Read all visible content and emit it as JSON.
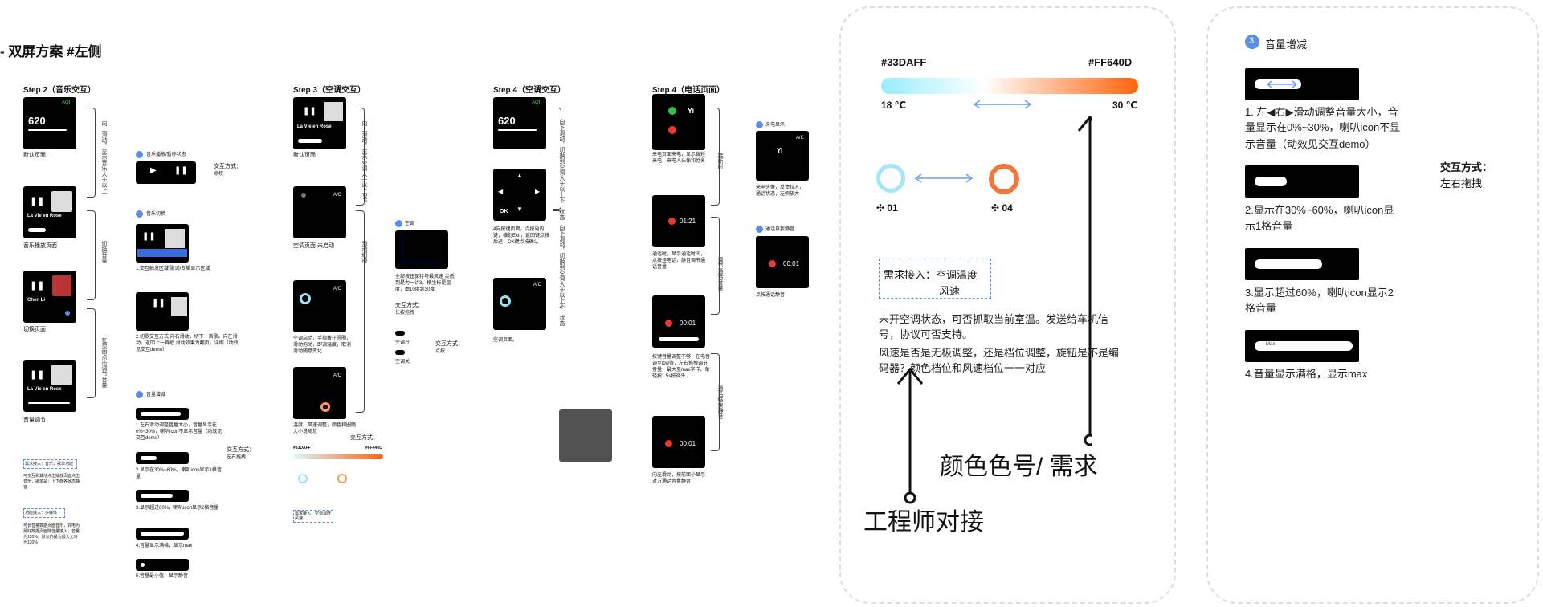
{
  "page": {
    "title": "- 双屏方案  #左侧"
  },
  "steps": {
    "step2_title": "Step 2（音乐交互）",
    "step3_title": "Step 3（空调交互）",
    "step4a_title": "Step 4（空调交互）",
    "step4b_title": "Step 4（电话页面）"
  },
  "thumb": {
    "aqi": "AQI",
    "temp": "620",
    "song": "La Vie en Rose",
    "artist": "Chen Li",
    "ac": "A/C",
    "ok": "OK",
    "caller": "Yi",
    "call_time": "01:21",
    "call_time2": "00:01",
    "max": "Max",
    "cap_default": "默认页面",
    "cap_music": "音乐播放页面",
    "cap_switch": "切换页面",
    "cap_volume": "音量调节",
    "cap_ac_default": "默认页面",
    "cap_ac_off": "空调页面 未启动",
    "cap_ac_on": "空调启动，手指拨往圆圈，滑动拖动，即调温度，取消滑动随意变化",
    "cap_ac_adj": "温度、风速调整，颜色和圈随大小说随意",
    "cap_hvac_ok": "4向按键页面，点按向内键，横划Exit，返回键点按后退，OK键点按确认",
    "cap_hvac_page": "空调页面。",
    "cap_call_in": "来电页面来电，显示拨轻来电，来电人头像和姓名",
    "cap_call_on": "通话时，显示通话时间，点按挂电话，静音调节通话音量",
    "cap_call_vol": "按键音量调整不够，在电音调至low值，左右拖拽调节音量，最大至max字样，单轻按1.5s按调头",
    "cap_call_end": "向左滑动，按前面小显示对方通话音量静音",
    "note_play": "音乐播放/暂停状态",
    "note_switch": "音乐切换",
    "note_switch_area": "1.交互触发区域/歌词/专辑显示区域",
    "note_switch_2": "2.切歌交互方式 向右滑动，切下一首歌。向左滑动，返回上一首歌 滑动效果为翻页，详细（动效见交互demo）",
    "note_volume": "音量增减",
    "vol_small_1": "1.左右滑动调整音量大小，音量显示在0%~30%，喇叭icon不显示音量（动效见交互demo）",
    "vol_small_2": "2.显示在30%~60%，喇叭icon显示1格音量",
    "vol_small_3": "3.显示超过60%，喇叭icon显示2格音量",
    "vol_small_4": "4.音量显示满格，显示max",
    "vol_small_5": "5.音量最小值，显示静音",
    "mode_tap_label": "交互方式：",
    "mode_tap": "点按",
    "mode_drag": "左右拖拽",
    "mode_press": "长按拖拽",
    "mode_press2": "点按",
    "ac_label": "空调",
    "ac_desc": "全部按钮保持与最风速 尖低到是为一计3，横坐标是温度，由10度到30度",
    "ac_on": "空调开",
    "ac_off": "空调关",
    "demand_small": "需求接入：空调温度 风速",
    "demand_small2": "需求接入：音乐，歌单功能",
    "music_note": "可交互和其他点击播放页面点击音乐，歌单是：上下面各状态静音",
    "music_note2": "功能接入：多媒体",
    "music_desc2": "可长音量数据页面音乐，充电为最好数据页面随音量接入，音量为120%，默认的是为最大允许为120%",
    "incoming": "来电显示",
    "incoming_desc": "来电头像，反馈拉入，通话状态，左侧放大",
    "mute_title": "通话自我静音",
    "mute_desc": "点按通话静音",
    "label_pageflip": "切换音量",
    "label_drag_up": "向上滑动，显示空调大于以上30°",
    "label_drag_switch": "滑动切换",
    "label_call_end": "挂断时",
    "label_volume_adj": "调节通话音量",
    "label_drag_music": "向上滑动，显示音乐大于以上",
    "label_switch": "切换音量",
    "label_vol_adjust": "在页面点击调节音量",
    "label_drag_hvac": "向下滑动，切换到空调大于以上下一状态",
    "label_drag_hvac2": "向下滑动，切换到空调大于以上下一状态",
    "label_call_mute": "通话结束静音"
  },
  "gradient": {
    "left_color": "#33DAFF",
    "right_color": "#FF640D",
    "min_temp": "18 ℃",
    "max_temp": "30 ℃",
    "fan_low": "✣ 01",
    "fan_high": "✣ 04"
  },
  "demand": {
    "label": "需求接入：空调温度",
    "label2": "风速",
    "desc_line1": "未开空调状态，可否抓取当前室温。发送给车机信",
    "desc_line2": "号，协议可否支持。",
    "desc_line3": "风速是否是无极调整，还是档位调整，旋钮是不是编",
    "desc_line4": "码器？颜色档位和风速档位一一对应"
  },
  "annotations": {
    "color_req": "颜色色号/  需求",
    "engineer": "工程师对接"
  },
  "volume": {
    "badge": "3",
    "title": "音量增减",
    "item1": "1. 左◀右▶滑动调整音量大小，音",
    "item1b": "量显示在0%~30%，喇叭icon不显",
    "item1c": "示音量（动效见交互demo）",
    "item2": "2.显示在30%~60%，喇叭icon显",
    "item2b": "示1格音量",
    "item3": "3.显示超过60%，喇叭icon显示2",
    "item3b": "格音量",
    "item4": "4.音量显示满格，显示max",
    "max_label": "Max",
    "mode_label": "交互方式：",
    "mode": "左右拖拽"
  },
  "colors": {
    "accent_blue": "#5B8EE6",
    "grad_left": "#33DAFF",
    "grad_right": "#FF640D"
  }
}
